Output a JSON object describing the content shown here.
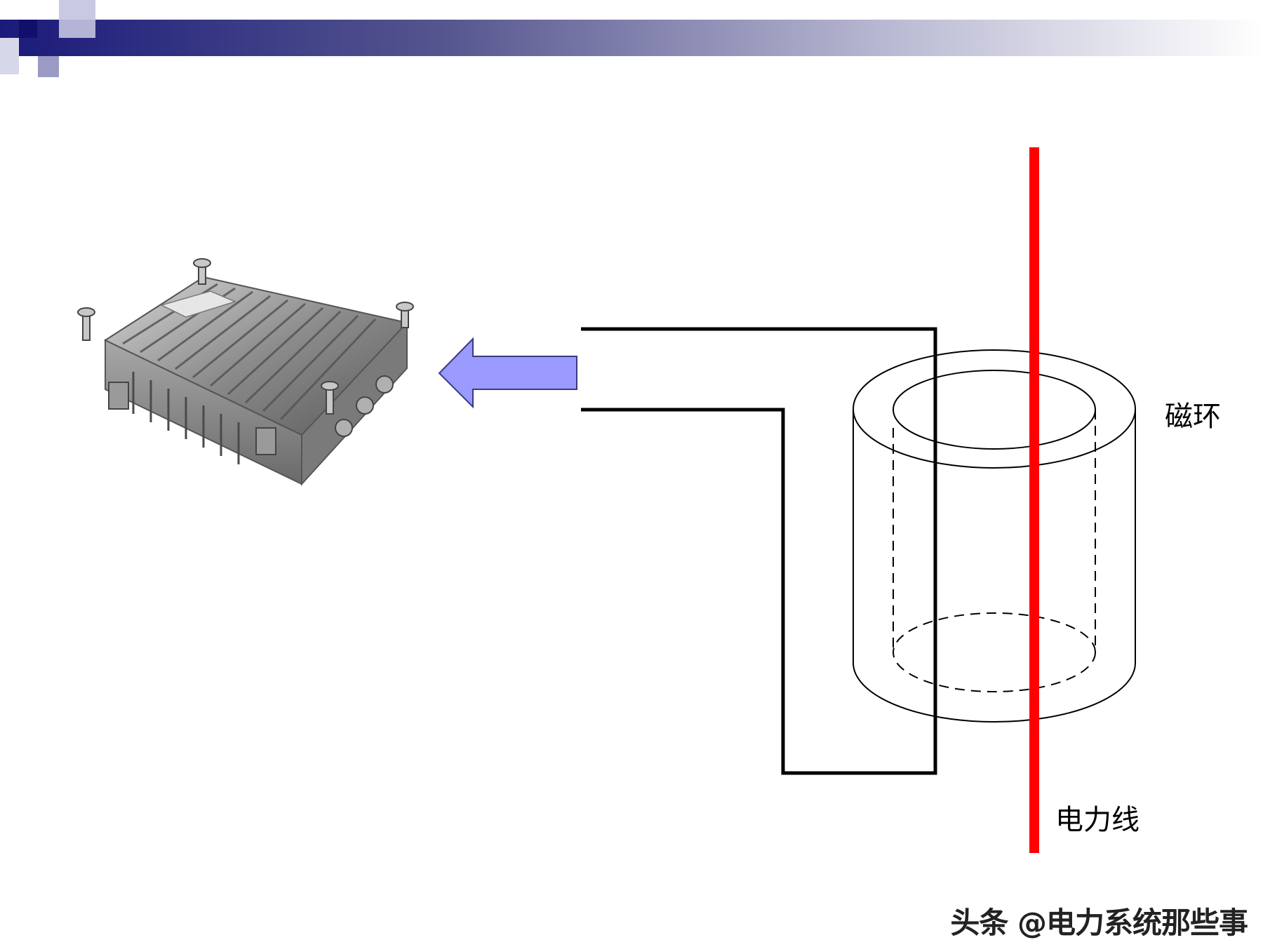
{
  "colors": {
    "header_start": "#1a1a7a",
    "header_end": "#ffffff",
    "power_line": "#ff0000",
    "arrow_fill": "#9a9aff",
    "arrow_stroke": "#3a3a80",
    "wire": "#000000"
  },
  "labels": {
    "ring": "磁环",
    "power_line": "电力线"
  },
  "watermark": "头条 @电力系统那些事",
  "icons": {
    "device": "aluminum-amplifier-box",
    "arrow": "left-arrow"
  }
}
